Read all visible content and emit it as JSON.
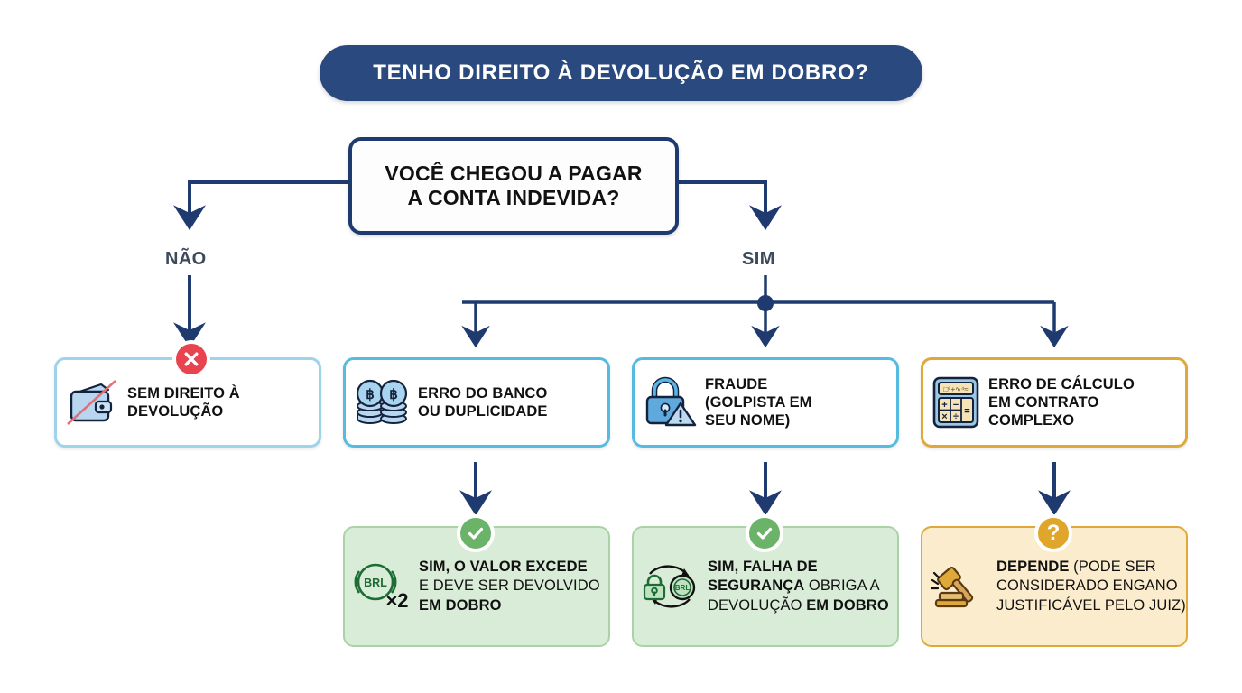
{
  "title": {
    "text": "TENHO DIREITO À DEVOLUÇÃO EM DOBRO?",
    "bg_color": "#2a4a7f",
    "text_color": "#ffffff"
  },
  "decision": {
    "line1": "VOCÊ CHEGOU A PAGAR",
    "line2": "A CONTA INDEVIDA?",
    "border_color": "#1f3a6e"
  },
  "branches": {
    "no_label": "NÃO",
    "yes_label": "SIM",
    "label_color": "#3d4a5c",
    "connector_color": "#1f3a6e"
  },
  "options": [
    {
      "id": "sem-direito",
      "line1": "SEM DIREITO À",
      "line2": "DEVOLUÇÃO",
      "icon": "wallet-crossed-icon",
      "border_color": "#9fd3ea",
      "badge": "x-circle-badge",
      "badge_color": "#e8434f"
    },
    {
      "id": "erro-banco",
      "line1": "ERRO DO BANCO",
      "line2": "OU DUPLICIDADE",
      "icon": "coins-stack-icon",
      "border_color": "#56bbe0"
    },
    {
      "id": "fraude",
      "line1": "FRAUDE",
      "line2": "(GOLPISTA EM",
      "line3": "SEU NOME)",
      "icon": "padlock-warning-icon",
      "border_color": "#56bbe0"
    },
    {
      "id": "erro-calculo",
      "line1": "ERRO DE CÁLCULO",
      "line2": "EM CONTRATO",
      "line3": "COMPLEXO",
      "icon": "calculator-icon",
      "border_color": "#dfa93a"
    }
  ],
  "results": [
    {
      "id": "valor-excede",
      "icon": "brl-x2-icon",
      "badge": "check-circle-badge",
      "badge_color": "#6cb36a",
      "bg_color": "#d9ecd7",
      "border_color": "#a9d3a5",
      "seg1_bold": "SIM, O VALOR EXCEDE",
      "seg2_reg": "E DEVE SER DEVOLVIDO",
      "seg3_bold": "EM DOBRO"
    },
    {
      "id": "falha-seguranca",
      "icon": "lock-cycle-coin-icon",
      "badge": "check-circle-badge",
      "badge_color": "#6cb36a",
      "bg_color": "#d9ecd7",
      "border_color": "#a9d3a5",
      "seg1_bold": "SIM, FALHA DE",
      "seg2_bold": "SEGURANÇA",
      "seg2_reg": " OBRIGA A",
      "seg3_reg": "DEVOLUÇÃO ",
      "seg3_bold": "EM DOBRO"
    },
    {
      "id": "depende",
      "icon": "gavel-icon",
      "badge": "question-circle-badge",
      "badge_label": "?",
      "badge_color": "#e0a62c",
      "bg_color": "#fbeccd",
      "border_color": "#dfa93a",
      "seg1_bold": "DEPENDE",
      "seg1_reg": " (PODE SER",
      "seg2_reg": "CONSIDERADO ENGANO",
      "seg3_reg": "JUSTIFICÁVEL PELO JUIZ)"
    }
  ]
}
